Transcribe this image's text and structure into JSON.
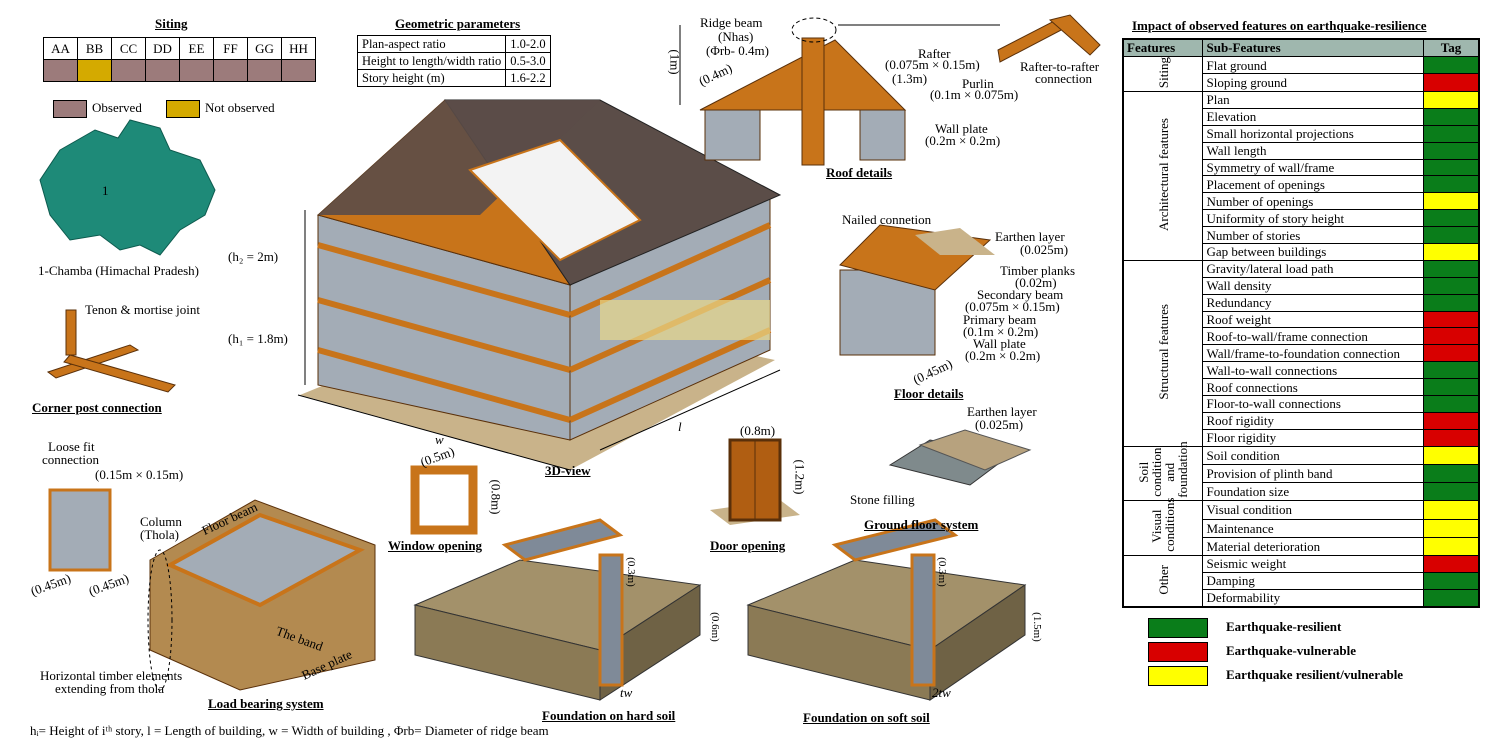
{
  "colors": {
    "resilient": "#0a7d1a",
    "vulnerable": "#d80000",
    "mixed": "#ffff00",
    "observed": "#9c7b7b",
    "not_observed": "#d4aa00",
    "wood": "#c8741a",
    "stone": "#a3acb6",
    "roof": "#5b4d48",
    "soil": "#8b7d5a"
  },
  "siting": {
    "title": "Siting",
    "codes": [
      "AA",
      "BB",
      "CC",
      "DD",
      "EE",
      "FF",
      "GG",
      "HH"
    ],
    "status": [
      "observed",
      "not_observed",
      "observed",
      "observed",
      "observed",
      "observed",
      "observed",
      "observed"
    ],
    "legend_observed": "Observed",
    "legend_not_observed": "Not observed",
    "map_label": "1",
    "map_caption": "1-Chamba (Himachal Pradesh)"
  },
  "geometric": {
    "title": "Geometric parameters",
    "rows": [
      [
        "Plan-aspect ratio",
        "1.0-2.0"
      ],
      [
        "Height to length/width ratio",
        "0.5-3.0"
      ],
      [
        "Story height (m)",
        "1.6-2.2"
      ]
    ]
  },
  "corner": {
    "label": "Tenon & mortise joint",
    "title": "Corner post connection"
  },
  "house": {
    "h2": "(h₂ = 2m)",
    "h1": "(h₁ = 1.8m)",
    "w": "w",
    "l": "l",
    "title": "3D-view"
  },
  "roof": {
    "ridge": "Ridge beam",
    "nhas": "(Nhas)",
    "phi": "(Φrb- 0.4m)",
    "h": "(1m)",
    "s04": "(0.4m)",
    "rafter": "Rafter",
    "rafter_dim": "(0.075m × 0.15m)",
    "s13": "(1.3m)",
    "purlin": "Purlin",
    "purlin_dim": "(0.1m × 0.075m)",
    "wallplate": "Wall plate",
    "wallplate_dim": "(0.2m × 0.2m)",
    "title": "Roof details",
    "connection": "Rafter-to-rafter",
    "connection2": "connection"
  },
  "floor": {
    "nailed": "Nailed connetion",
    "earthen": "Earthen layer",
    "earthen_dim": "(0.025m)",
    "planks": "Timber planks",
    "planks_dim": "(0.02m)",
    "secondary": "Secondary beam",
    "secondary_dim": "(0.075m × 0.15m)",
    "primary": "Primary beam",
    "primary_dim": "(0.1m × 0.2m)",
    "wallplate": "Wall plate",
    "wallplate_dim": "(0.2m × 0.2m)",
    "thick": "(0.45m)",
    "title": "Floor details"
  },
  "ground": {
    "earthen": "Earthen layer",
    "earthen_dim": "(0.025m)",
    "stone": "Stone filling",
    "title": "Ground floor system"
  },
  "window": {
    "w": "(0.5m)",
    "h": "(0.8m)",
    "title": "Window opening"
  },
  "door": {
    "w": "(0.8m)",
    "h": "(1.2m)",
    "title": "Door opening"
  },
  "load": {
    "loose": "Loose fit",
    "loose2": "connection",
    "dim": "(0.15m × 0.15m)",
    "column": "Column",
    "thola": "(Thola)",
    "floorbeam": "Floor beam",
    "band": "The band",
    "base": "Base plate",
    "t1": "(0.45m)",
    "t2": "(0.45m)",
    "horiz": "Horizontal timber elements",
    "horiz2": "extending from thola",
    "title": "Load bearing system"
  },
  "hard": {
    "band": "(0.3m)",
    "depth": "(0.6m)",
    "tw": "tw",
    "title": "Foundation on hard soil"
  },
  "soft": {
    "band": "(0.3m)",
    "depth": "(1.5m)",
    "tw": "2tw",
    "title": "Foundation on soft soil"
  },
  "footnote": "hᵢ= Height of iᵗʰ story, l = Length of building, w = Width of building , Φrb= Diameter of ridge beam",
  "impact": {
    "title": "Impact of observed features on earthquake-resilience",
    "headers": [
      "Features",
      "Sub-Features",
      "Tag"
    ],
    "groups": [
      {
        "name": "Siting",
        "rows": [
          [
            "Flat ground",
            "resilient"
          ],
          [
            "Sloping ground",
            "vulnerable"
          ]
        ]
      },
      {
        "name": "Architectural features",
        "rows": [
          [
            "Plan",
            "mixed"
          ],
          [
            "Elevation",
            "resilient"
          ],
          [
            "Small horizontal projections",
            "resilient"
          ],
          [
            "Wall length",
            "resilient"
          ],
          [
            "Symmetry of wall/frame",
            "resilient"
          ],
          [
            "Placement of openings",
            "resilient"
          ],
          [
            "Number of openings",
            "mixed"
          ],
          [
            "Uniformity of story height",
            "resilient"
          ],
          [
            "Number of stories",
            "resilient"
          ],
          [
            "Gap between buildings",
            "mixed"
          ]
        ]
      },
      {
        "name": "Structural features",
        "rows": [
          [
            "Gravity/lateral load path",
            "resilient"
          ],
          [
            "Wall density",
            "resilient"
          ],
          [
            "Redundancy",
            "resilient"
          ],
          [
            "Roof weight",
            "vulnerable"
          ],
          [
            "Roof-to-wall/frame connection",
            "vulnerable"
          ],
          [
            "Wall/frame-to-foundation connection",
            "vulnerable"
          ],
          [
            "Wall-to-wall connections",
            "resilient"
          ],
          [
            "Roof connections",
            "resilient"
          ],
          [
            "Floor-to-wall connections",
            "resilient"
          ],
          [
            "Roof rigidity",
            "vulnerable"
          ],
          [
            "Floor rigidity",
            "vulnerable"
          ]
        ]
      },
      {
        "name": "Soil condition and foundation",
        "rows": [
          [
            "Soil condition",
            "mixed"
          ],
          [
            "Provision of plinth band",
            "resilient"
          ],
          [
            "Foundation size",
            "resilient"
          ]
        ]
      },
      {
        "name": "Visual conditions",
        "rows": [
          [
            "Visual condition",
            "mixed"
          ],
          [
            "Maintenance",
            "mixed"
          ],
          [
            "Material deterioration",
            "mixed"
          ]
        ]
      },
      {
        "name": "Other",
        "rows": [
          [
            "Seismic weight",
            "vulnerable"
          ],
          [
            "Damping",
            "resilient"
          ],
          [
            "Deformability",
            "resilient"
          ]
        ]
      }
    ],
    "legend": {
      "resilient": "Earthquake-resilient",
      "vulnerable": "Earthquake-vulnerable",
      "mixed": "Earthquake resilient/vulnerable"
    }
  }
}
